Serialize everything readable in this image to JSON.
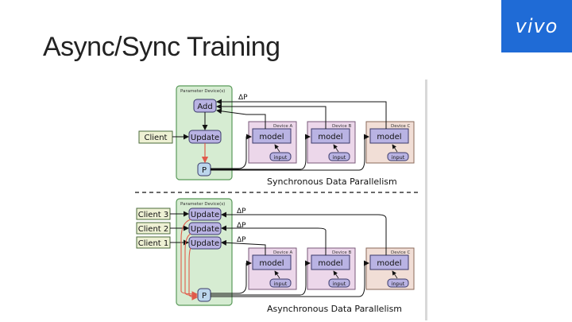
{
  "slide": {
    "title": "Async/Sync Training",
    "logo_text": "vivo"
  },
  "colors": {
    "logo_bg": "#1f6bd6",
    "param_box_fill": "#d6ecd2",
    "param_box_stroke": "#5a9a5a",
    "node_fill": "#b9b3e3",
    "node_stroke": "#3a3a6a",
    "device_a_fill": "#ecd7ea",
    "device_b_fill": "#ecd7ea",
    "device_c_fill": "#f1ded6",
    "client_fill": "#eef1d4",
    "p_fill": "#bcd6ec",
    "red_arrow": "#e05a4a"
  },
  "sync": {
    "param_label": "Parameter Device(s)",
    "add_label": "Add",
    "update_label": "Update",
    "p_label": "P",
    "client_label": "Client",
    "delta_label": "ΔP",
    "devices": [
      {
        "label": "Device A",
        "model": "model",
        "input": "input"
      },
      {
        "label": "Device B",
        "model": "model",
        "input": "input"
      },
      {
        "label": "Device C",
        "model": "model",
        "input": "input"
      }
    ],
    "caption": "Synchronous Data Parallelism"
  },
  "async": {
    "param_label": "Parameter Device(s)",
    "updates": [
      "Update",
      "Update",
      "Update"
    ],
    "clients": [
      "Client 3",
      "Client 2",
      "Client 1"
    ],
    "deltas": [
      "ΔP",
      "ΔP",
      "ΔP"
    ],
    "p_label": "P",
    "devices": [
      {
        "label": "Device A",
        "model": "model",
        "input": "input"
      },
      {
        "label": "Device B",
        "model": "model",
        "input": "input"
      },
      {
        "label": "Device C",
        "model": "model",
        "input": "input"
      }
    ],
    "caption": "Asynchronous Data Parallelism"
  }
}
